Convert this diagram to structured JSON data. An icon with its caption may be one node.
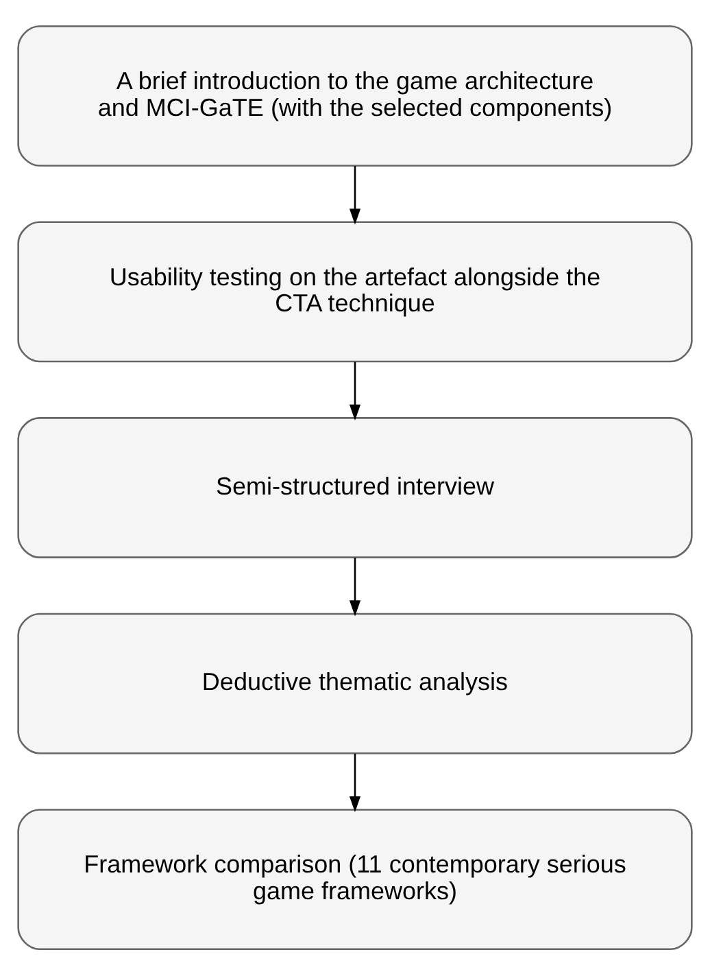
{
  "diagram": {
    "nodes": [
      {
        "text": [
          "A brief introduction to the game architecture and MCI-GaTE (with the selected components)"
        ]
      },
      {
        "text": [
          "Usability testing on the artefact alongside the CTA technique"
        ]
      },
      {
        "text": [
          "Semi-structured interview"
        ]
      },
      {
        "text": [
          "Deductive thematic analysis"
        ]
      },
      {
        "text": [
          "Framework comparison (11 contemporary serious game frameworks)"
        ]
      }
    ],
    "edges": [
      {
        "from": 0,
        "to": 1,
        "arrow": "to"
      },
      {
        "from": 1,
        "to": 2,
        "arrow": "to"
      },
      {
        "from": 2,
        "to": 3,
        "arrow": "to"
      },
      {
        "from": 3,
        "to": 4,
        "arrow": "to"
      }
    ]
  }
}
